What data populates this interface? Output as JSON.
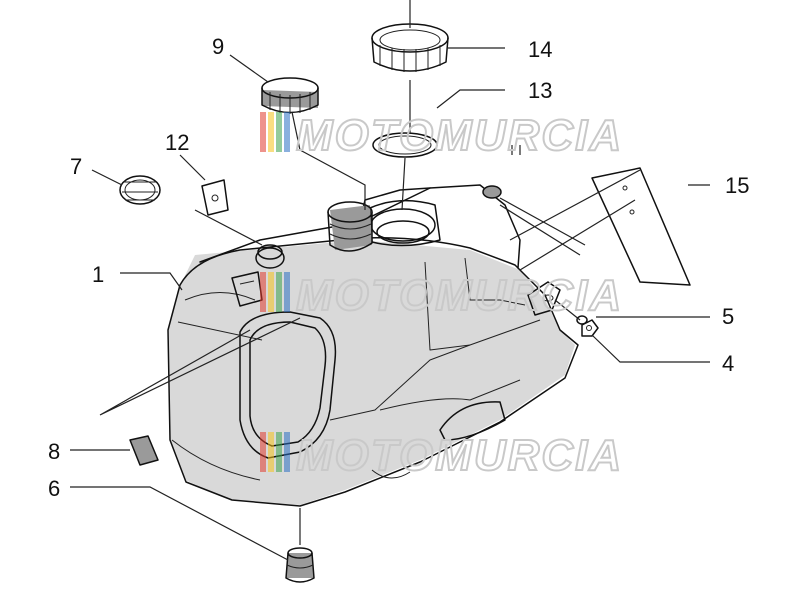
{
  "watermark": {
    "text": "MOTOMURCIA",
    "colors": [
      "#e03a2e",
      "#f4c21b",
      "#3aa14a",
      "#2a6fc2"
    ]
  },
  "callouts": {
    "c1": "1",
    "c4": "4",
    "c5": "5",
    "c6": "6",
    "c7": "7",
    "c8": "8",
    "c9": "9",
    "c12": "12",
    "c13": "13",
    "c14": "14",
    "c15": "15"
  }
}
